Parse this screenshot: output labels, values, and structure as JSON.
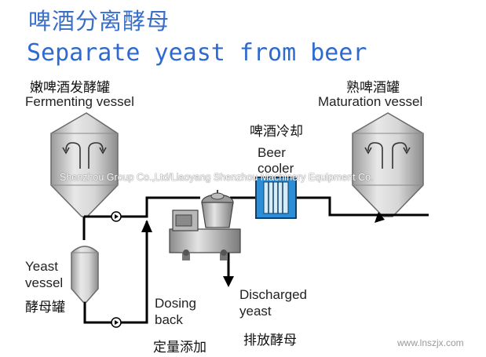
{
  "title_cn": "啤酒分离酵母",
  "title_en": "Separate yeast from beer",
  "labels": {
    "fermenting_cn": "嫩啤酒发酵罐",
    "fermenting_en": "Fermenting vessel",
    "maturation_cn": "熟啤酒罐",
    "maturation_en": "Maturation vessel",
    "cooler_cn": "啤酒冷却",
    "cooler_en_1": "Beer",
    "cooler_en_2": "cooler",
    "yeast_en_1": "Yeast",
    "yeast_en_2": "vessel",
    "yeast_cn": "酵母罐",
    "dosing_en_1": "Dosing",
    "dosing_en_2": "back",
    "dosing_cn": "定量添加",
    "discharged_en_1": "Discharged",
    "discharged_en_2": "yeast",
    "discharged_cn": "排放酵母"
  },
  "watermark": "Shenzhou Group Co.,Ltd/Liaoyang Shenzhou Machinery Equipment Co.",
  "website": "www.lnszjx.com",
  "colors": {
    "title": "#3a6fc9",
    "vessel": "#c8c8c8",
    "pipe": "#000000",
    "cooler": "#2a8fd6"
  }
}
